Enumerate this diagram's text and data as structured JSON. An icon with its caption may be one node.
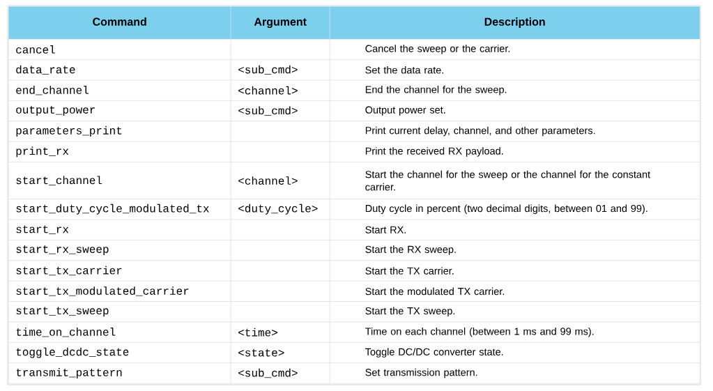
{
  "diagram": {
    "labels": [
      "Command",
      "Argument",
      "Description",
      "cancel",
      "Cancel the sweep or the carrier.",
      "data_rate",
      "<sub_cmd>",
      "Set the data rate.",
      "end_channel",
      "<channel>",
      "End the channel for the sweep.",
      "output_power",
      "<sub_cmd>",
      "Output power set.",
      "parameters_print",
      "Print current delay, channel, and other parameters.",
      "print_rx",
      "Print the received RX payload.",
      "start_channel",
      "<channel>",
      "Start the channel for the sweep or the channel for the constant carrier.",
      "start_duty_cycle_modulated_tx",
      "<duty_cycle>",
      "Duty cycle in percent (two decimal digits, between 01 and 99).",
      "start_rx",
      "Start RX.",
      "start_rx_sweep",
      "Start the RX sweep.",
      "start_tx_carrier",
      "Start the TX carrier.",
      "start_tx_modulated_carrier",
      "Start the modulated TX carrier.",
      "start_tx_sweep",
      "Start the TX sweep.",
      "time_on_channel",
      "<time>",
      "Time on each channel (between 1 ms and 99 ms).",
      "toggle_dcdc_state",
      "<state>",
      "Toggle DC/DC converter state.",
      "transmit_pattern",
      "<sub_cmd>",
      "Set transmission pattern."
    ]
  }
}
